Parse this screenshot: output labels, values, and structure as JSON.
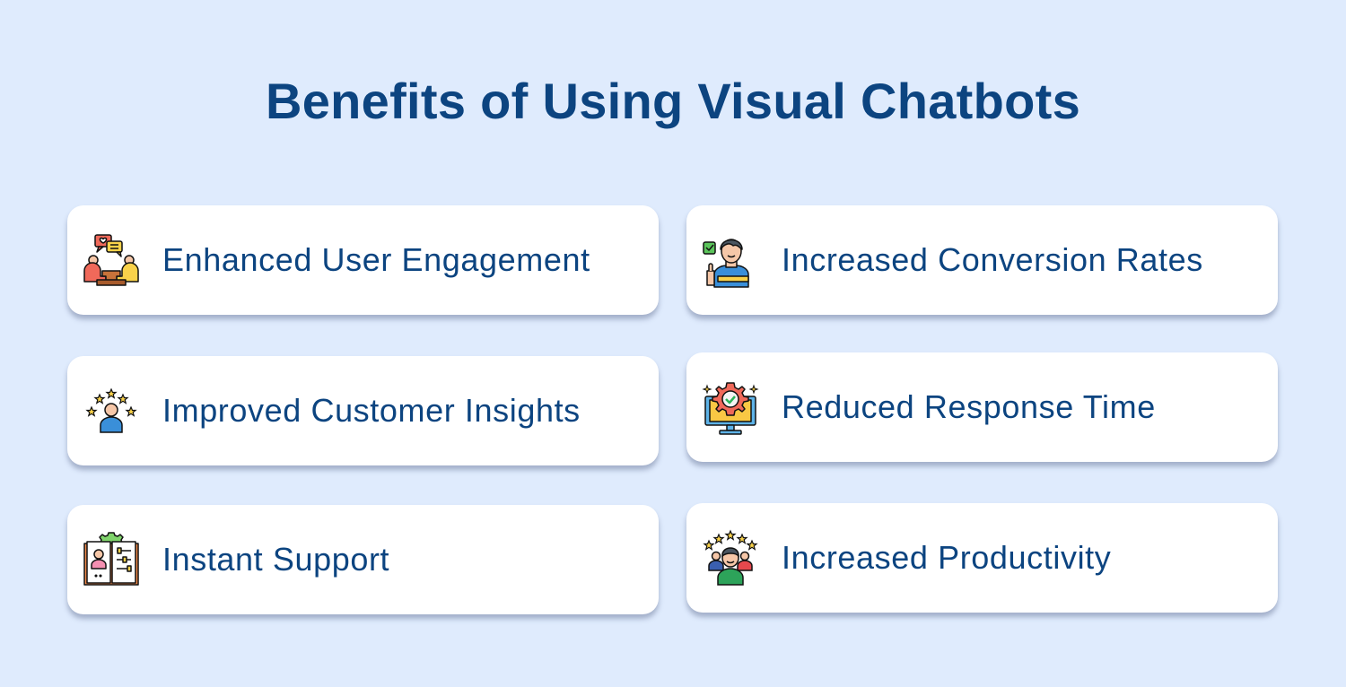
{
  "title": "Benefits of Using Visual Chatbots",
  "colors": {
    "background": "#dfebfd",
    "card": "#ffffff",
    "text": "#0c4480"
  },
  "benefits": [
    {
      "label": "Enhanced User Engagement",
      "icon": "conversation-people-icon"
    },
    {
      "label": "Increased Conversion Rates",
      "icon": "thumbs-up-person-icon"
    },
    {
      "label": "Improved Customer Insights",
      "icon": "user-rating-stars-icon"
    },
    {
      "label": "Reduced Response Time",
      "icon": "monitor-gear-check-icon"
    },
    {
      "label": "Instant Support",
      "icon": "book-profile-settings-icon"
    },
    {
      "label": "Increased Productivity",
      "icon": "team-stars-icon"
    }
  ]
}
